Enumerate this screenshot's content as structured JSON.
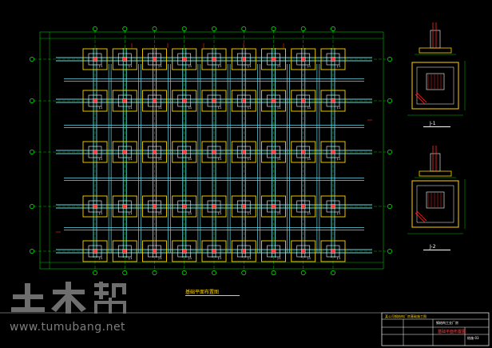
{
  "drawing": {
    "plan_title": "基础平面布置图",
    "section_1_label": "J-1",
    "section_2_label": "J-2",
    "title_block_header": "某公司钢结构厂房基础施工图",
    "title_block_project": "钢结构工业厂房",
    "title_block_drawing_name": "基础平面布置图",
    "title_block_sheet": "结施-03",
    "footing_tag": "J-1"
  },
  "watermark": {
    "brand_cn": "土木帮",
    "url": "www.tumubang.net"
  },
  "colors": {
    "background": "#000000",
    "grid_green": "#00ff00",
    "beam_cyan": "#66d9e8",
    "footing_yellow": "#ffd400",
    "column_white": "#ffffff",
    "rebar_red": "#ff2a2a",
    "dim_green": "#00c000"
  },
  "plan": {
    "columns": 9,
    "rows": 5
  }
}
